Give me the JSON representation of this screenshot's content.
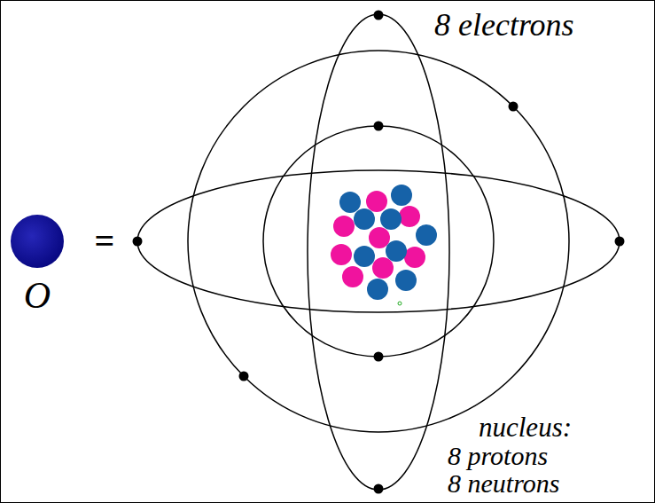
{
  "diagram": {
    "labels": [
      "8 electrons",
      "O",
      "=",
      "nucleus:",
      "8 protons",
      "8 neutrons"
    ]
  }
}
